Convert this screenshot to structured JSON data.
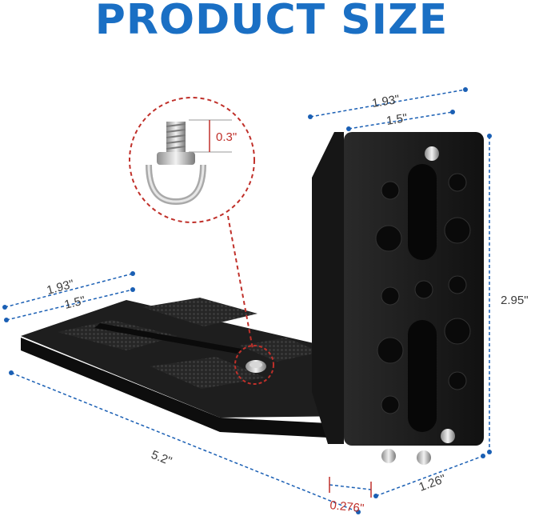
{
  "title": "PRODUCT SIZE",
  "colors": {
    "title": "#1a6fc4",
    "dimension_line": "#1a5fb4",
    "callout": "#c0302a",
    "metal": "#1b1b1b"
  },
  "dimensions": {
    "vertical_top_width": "1.93\"",
    "vertical_hole_span": "1.5\"",
    "vertical_height": "2.95\"",
    "base_width": "1.93\"",
    "base_hole_span": "1.5\"",
    "base_length": "5.2\"",
    "plate_thickness": "0.276\"",
    "depth": "1.26\"",
    "screw_height": "0.3\""
  }
}
